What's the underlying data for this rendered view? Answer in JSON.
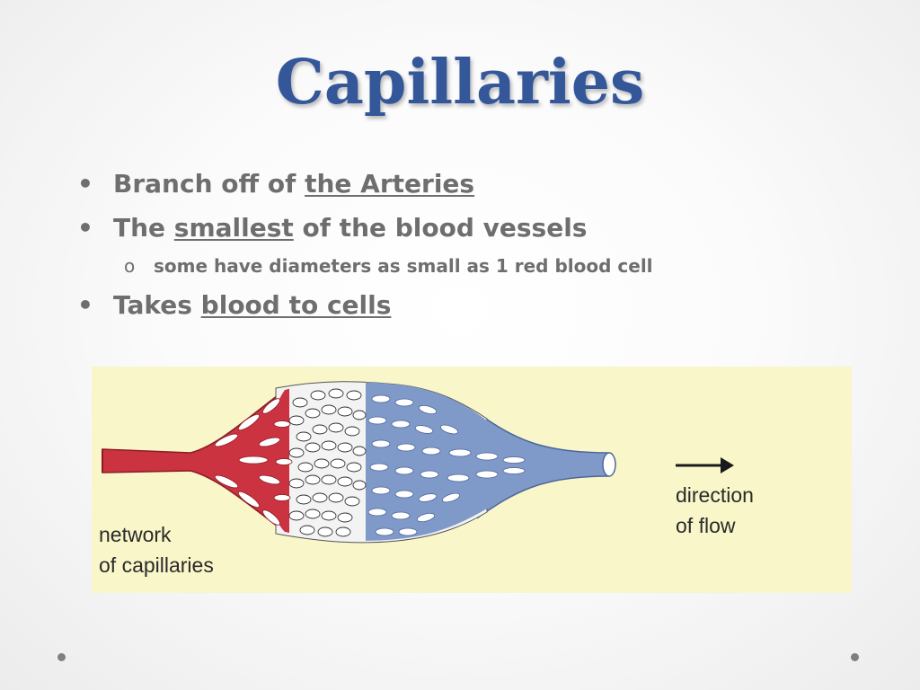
{
  "slide": {
    "title": "Capillaries",
    "bullets": [
      {
        "marker": "•",
        "text_before": "Branch off of ",
        "underlined": "the Arteries",
        "text_after": ""
      },
      {
        "marker": "•",
        "text_before": "The ",
        "underlined": "smallest",
        "text_after": " of the blood vessels"
      },
      {
        "marker": "o",
        "text_before": "some have diameters as small as 1 red blood cell",
        "underlined": "",
        "text_after": ""
      },
      {
        "marker": "•",
        "text_before": "Takes ",
        "underlined": "blood to cells",
        "text_after": ""
      }
    ]
  },
  "diagram": {
    "label_network_line1": "network",
    "label_network_line2": "of capillaries",
    "label_direction_line1": "direction",
    "label_direction_line2": "of flow",
    "colors": {
      "background": "#f9f6c9",
      "artery": "#cc3340",
      "vein": "#7f99c9",
      "capillary_bed": "#f4f4f4",
      "outline": "#444444"
    }
  }
}
